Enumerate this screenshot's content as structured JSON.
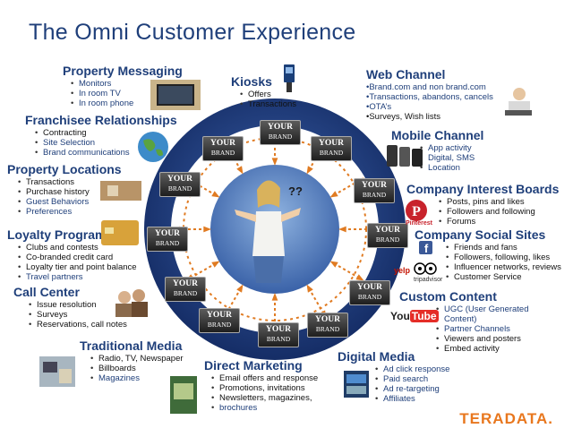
{
  "title": "The Omni Customer Experience",
  "center_label": "??",
  "brand": {
    "line1": "YOUR",
    "line2": "BRAND"
  },
  "blocks": {
    "property_messaging": {
      "head": "Property Messaging",
      "items": [
        "Monitors",
        "In room TV",
        "In room phone"
      ]
    },
    "kiosks": {
      "head": "Kiosks",
      "items": [
        "Offers",
        "Transactions"
      ]
    },
    "web_channel": {
      "head": "Web Channel",
      "items": [
        "•Brand.com and non brand.com",
        "•Transactions, abandons, cancels",
        "•OTA’s",
        "•Surveys, Wish lists"
      ]
    },
    "franchisee": {
      "head": "Franchisee Relationships",
      "items": [
        "Contracting",
        "Site Selection",
        "Brand communications"
      ]
    },
    "mobile": {
      "head": "Mobile Channel",
      "items": [
        "App activity",
        "Digital, SMS",
        "Location"
      ]
    },
    "property_locations": {
      "head": "Property Locations",
      "items": [
        "Transactions",
        "Purchase history",
        "Guest Behaviors",
        "Preferences"
      ]
    },
    "interest_boards": {
      "head": "Company Interest Boards",
      "items": [
        "Posts, pins and likes",
        "Followers and following",
        "Forums"
      ]
    },
    "loyalty": {
      "head": "Loyalty Programs",
      "items": [
        "Clubs and contests",
        "Co-branded credit card",
        "Loyalty  tier and point balance",
        "Travel partners"
      ]
    },
    "social": {
      "head": "Company Social Sites",
      "items": [
        "Friends and fans",
        "Followers, following, likes",
        "Influencer networks, reviews",
        "Customer Service"
      ]
    },
    "call_center": {
      "head": "Call Center",
      "items": [
        "Issue resolution",
        "Surveys",
        "Reservations, call notes"
      ]
    },
    "custom_content": {
      "head": "Custom Content",
      "items": [
        "UGC (User Generated",
        "Content)",
        "Partner Channels",
        "Viewers and posters",
        "Embed activity"
      ]
    },
    "traditional": {
      "head": "Traditional Media",
      "items": [
        "Radio, TV, Newspaper",
        "Billboards",
        "Magazines"
      ]
    },
    "direct_marketing": {
      "head": "Direct Marketing",
      "items": [
        "Email offers and response",
        "Promotions, invitations",
        "Newsletters, magazines,",
        "brochures"
      ]
    },
    "digital_media": {
      "head": "Digital Media",
      "items": [
        "Ad click  response",
        "Paid search",
        "Ad re-targeting",
        "Affiliates"
      ]
    }
  },
  "logos": {
    "pinterest": "Pinterest",
    "yelp": "yelp",
    "tripadvisor": "tripadvisor",
    "youtube_you": "You",
    "youtube_tube": "Tube",
    "facebook": "f"
  },
  "footer_logo": "TERADATA.",
  "colors": {
    "heading": "#1f3f7a",
    "ring": "#1d3a78",
    "arrows": "#e07b22",
    "logo": "#e8771e"
  }
}
